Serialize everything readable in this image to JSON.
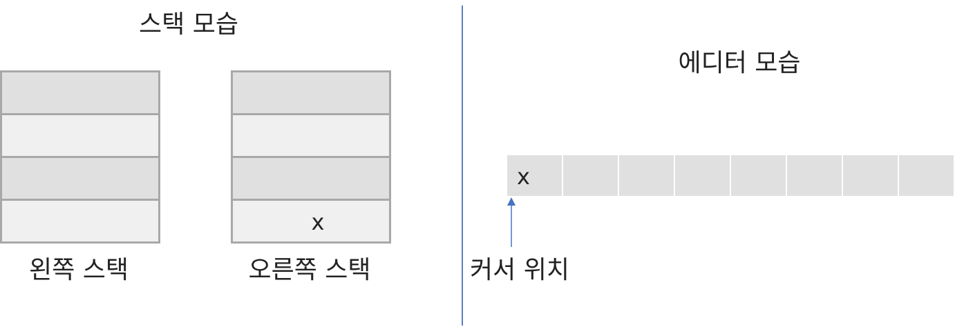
{
  "left_panel": {
    "title": "스택 모습",
    "left_stack": {
      "label": "왼쪽 스택",
      "cells": [
        "",
        "",
        "",
        ""
      ]
    },
    "right_stack": {
      "label": "오른쪽 스택",
      "cells": [
        "",
        "",
        "",
        "x"
      ]
    }
  },
  "right_panel": {
    "title": "에디터 모습",
    "editor_cells": [
      "x",
      "",
      "",
      "",
      "",
      "",
      "",
      ""
    ],
    "cursor_label": "커서 위치"
  },
  "colors": {
    "cell_dark": "#e0e0e0",
    "cell_light": "#f0f0f0",
    "cell_border": "#a8a8a8",
    "divider": "#5a7fbf",
    "arrow": "#4472c4"
  }
}
